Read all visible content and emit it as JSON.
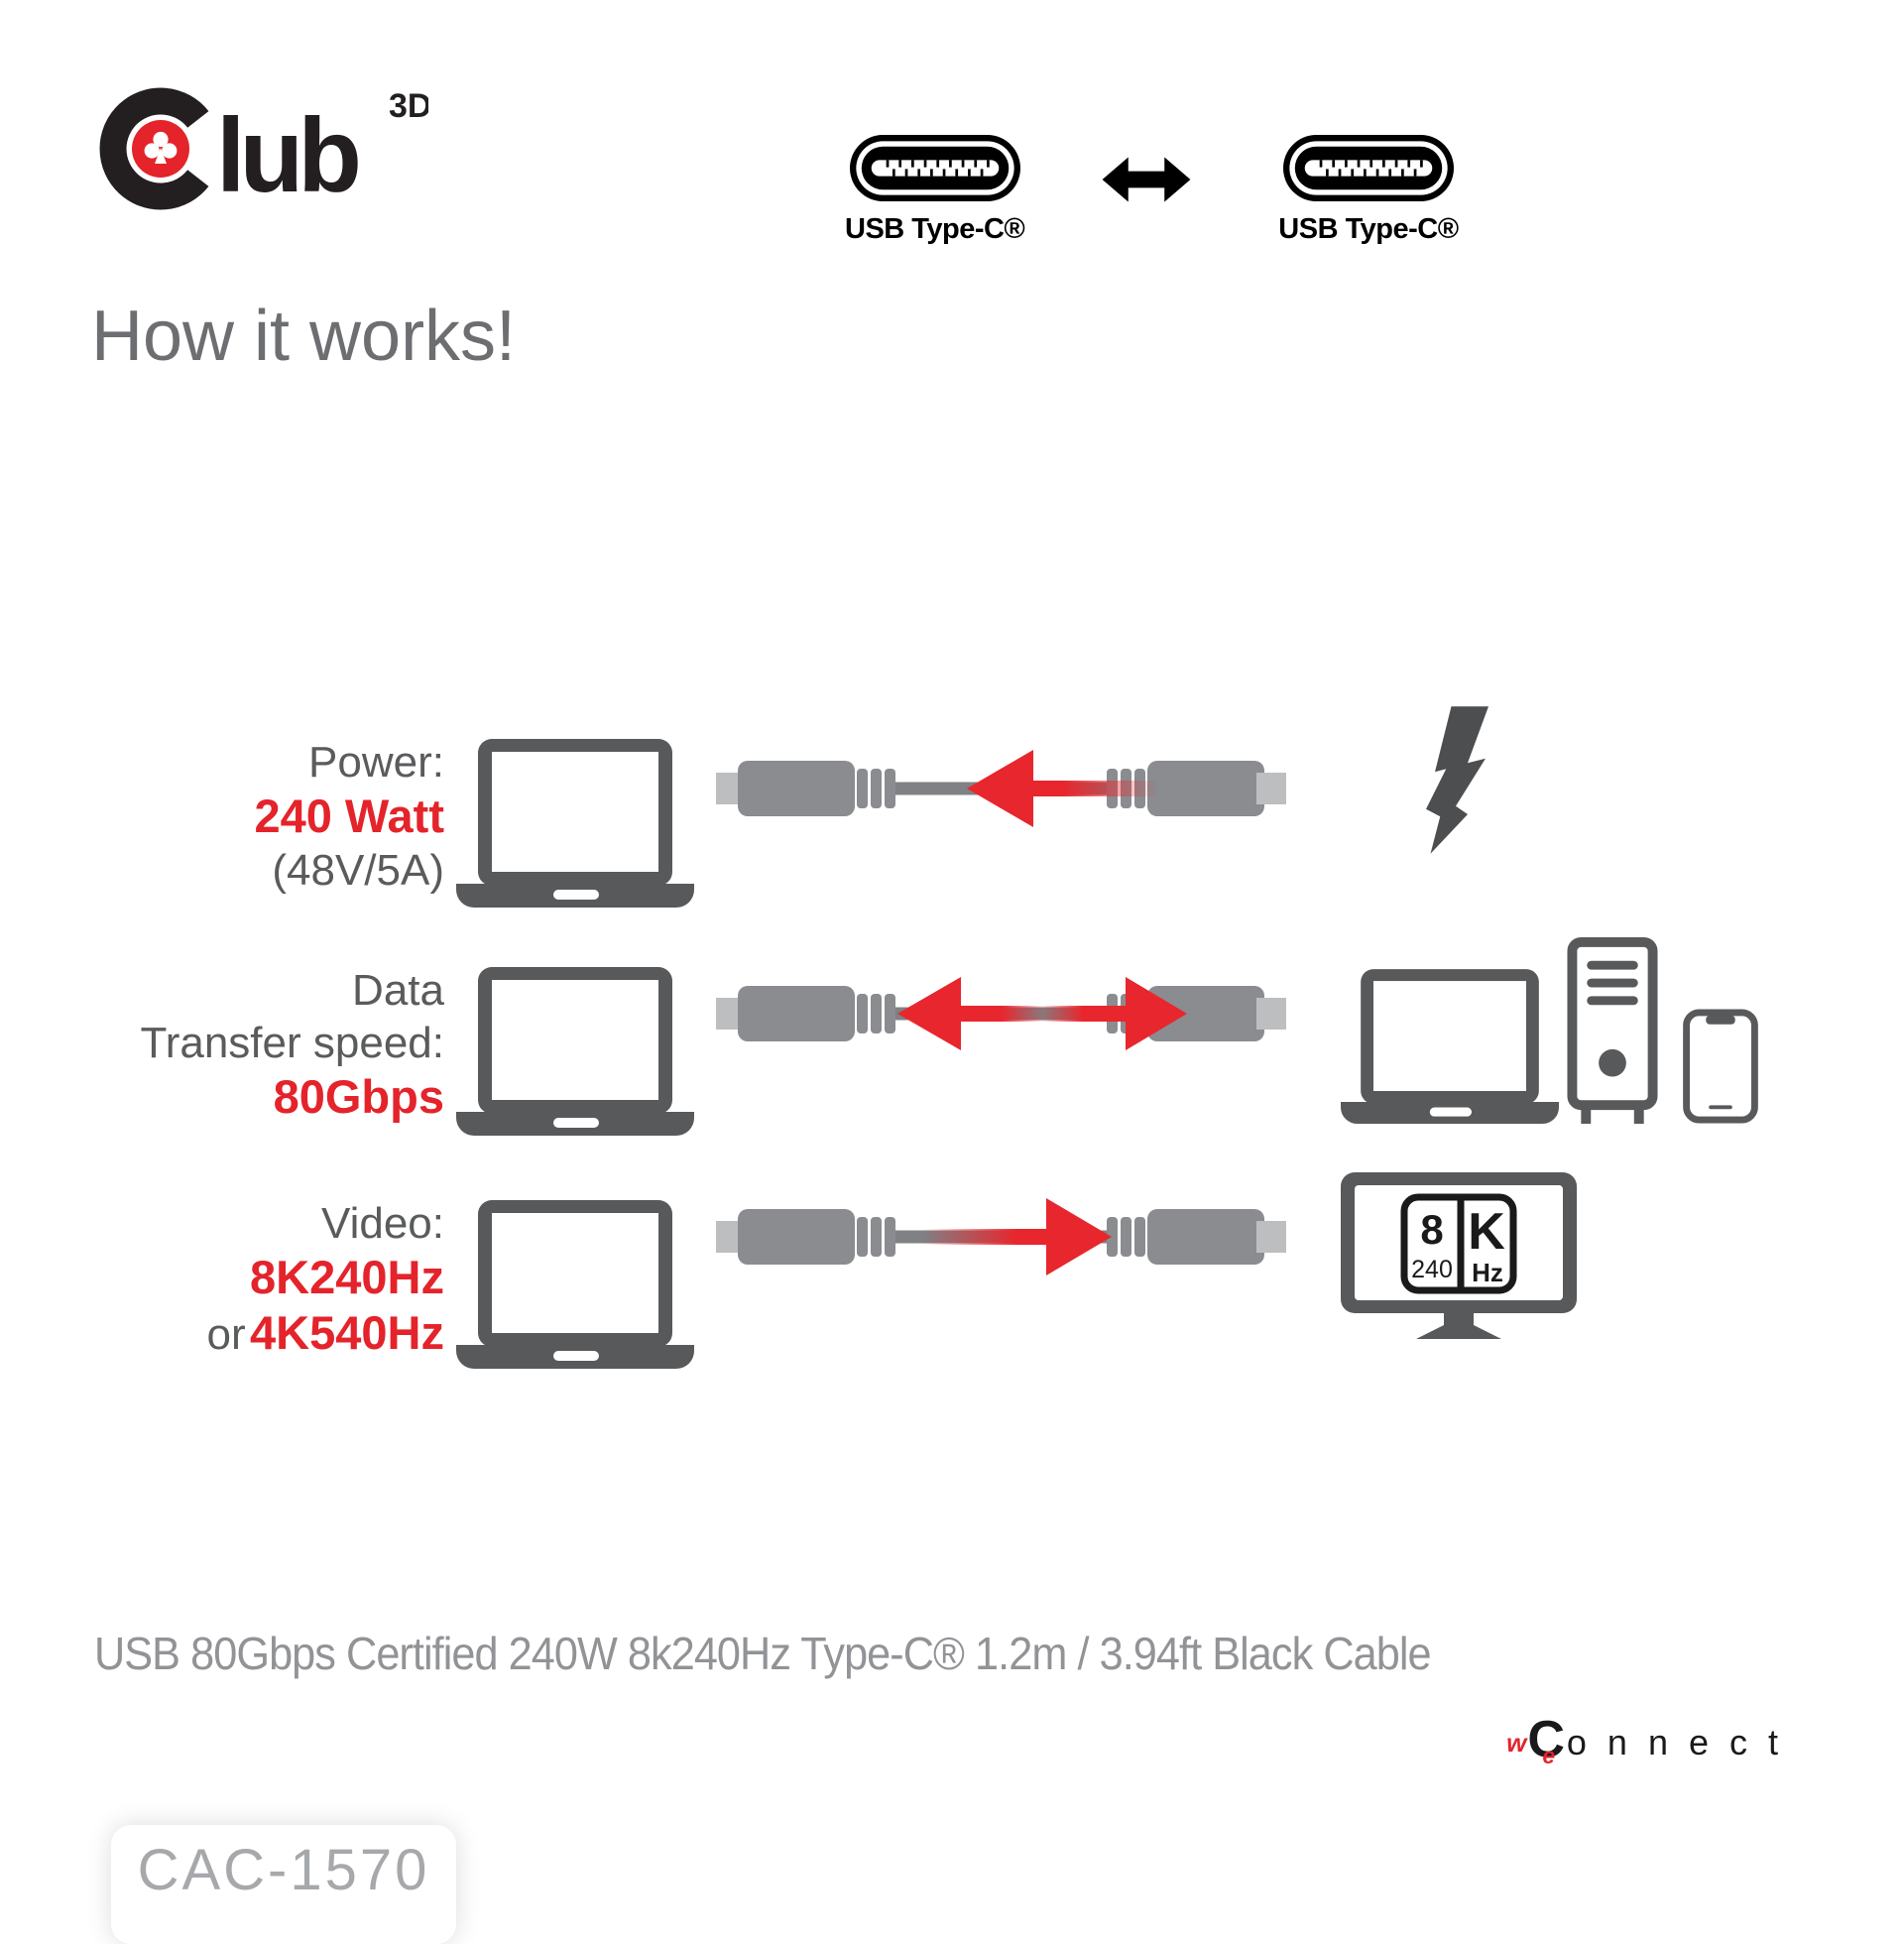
{
  "logo": {
    "word": "lub",
    "sup": "3D"
  },
  "header": {
    "left_connector_label": "USB Type-C®",
    "right_connector_label": "USB Type-C®"
  },
  "heading": "How it works!",
  "rows": {
    "power": {
      "label": "Power:",
      "value": "240 Watt",
      "sub": "(48V/5A)"
    },
    "data": {
      "label_line1": "Data",
      "label_line2": "Transfer speed:",
      "value": "80Gbps"
    },
    "video": {
      "label": "Video:",
      "value": "8K240Hz",
      "or": "or",
      "value2": "4K540Hz"
    }
  },
  "monitor_badge": {
    "res": "8",
    "rate": "240",
    "k": "K",
    "hz": "Hz"
  },
  "footer": {
    "title": "USB 80Gbps Certified 240W 8k240Hz Type-C® 1.2m / 3.94ft Black Cable",
    "product_code": "CAC-1570",
    "brand": {
      "w": "w",
      "e": "e",
      "c": "C",
      "rest": "onnect"
    }
  },
  "colors": {
    "red": "#e4232b",
    "dark_icon": "#58595b",
    "heading_gray": "#6d6e71",
    "label_gray": "#5a5b5d",
    "cable_gray": "#8a8c8f",
    "tip_gray": "#bcbec0",
    "title_gray": "#919396"
  }
}
